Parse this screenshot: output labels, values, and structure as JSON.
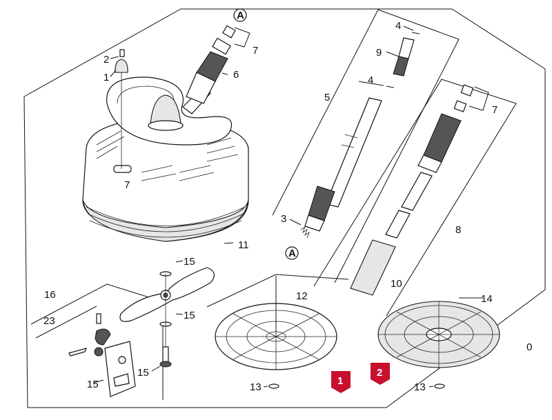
{
  "callouts": {
    "c0": "0",
    "c1": "1",
    "c2": "2",
    "c3": "3",
    "c4a": "4",
    "c4b": "4",
    "c5": "5",
    "c6": "6",
    "c7a": "7",
    "c7b": "7",
    "c8": "8",
    "c9": "9",
    "c10": "10",
    "c11": "11",
    "c12": "12",
    "c13a": "13",
    "c13b": "13",
    "c14": "14",
    "c15a": "15",
    "c15b": "15",
    "c15c": "15",
    "c15d": "15",
    "c16": "16",
    "c23": "23"
  },
  "connector_marks": {
    "a1": "A",
    "a2": "A"
  },
  "body_marking": "7",
  "variant_badges": [
    {
      "text": "1",
      "color": "#c8102e"
    },
    {
      "text": "2",
      "color": "#c8102e"
    }
  ],
  "colors": {
    "line": "#111111",
    "badge": "#c8102e",
    "part_fill": "#ffffff",
    "shade": "#e6e6e6"
  }
}
